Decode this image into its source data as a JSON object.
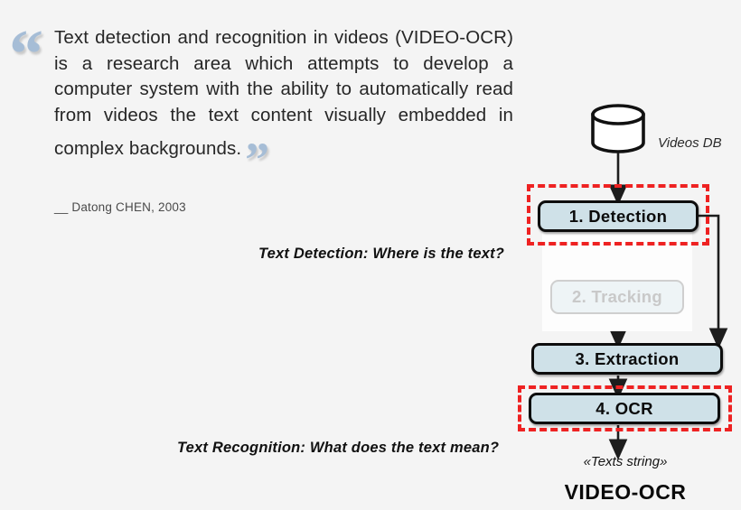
{
  "quote": {
    "open_mark": "“",
    "close_mark": "”",
    "text": "Text detection and recognition in videos (VIDEO-OCR) is a research area which attempts to develop a computer system with the ability to automatically read from videos the text content visually embedded in complex backgrounds.",
    "attribution": "__ Datong CHEN, 2003"
  },
  "captions": {
    "detection": "Text Detection: Where is the text?",
    "recognition": "Text Recognition: What does the text mean?"
  },
  "diagram": {
    "source_label": "Videos DB",
    "stages": [
      {
        "label": "1. Detection",
        "state": "active",
        "highlighted": true
      },
      {
        "label": "2. Tracking",
        "state": "disabled",
        "highlighted": false
      },
      {
        "label": "3. Extraction",
        "state": "active",
        "highlighted": false
      },
      {
        "label": "4. OCR",
        "state": "active",
        "highlighted": true
      }
    ],
    "output_label": "«Texts string»",
    "system_label": "VIDEO-OCR"
  },
  "colors": {
    "background": "#f4f4f4",
    "quote_mark": "#a6bdd6",
    "stage_fill": "#cfe1e8",
    "stage_border": "#0d0d0d",
    "disabled_text": "#c9c9c9",
    "highlight": "#ee2222"
  }
}
